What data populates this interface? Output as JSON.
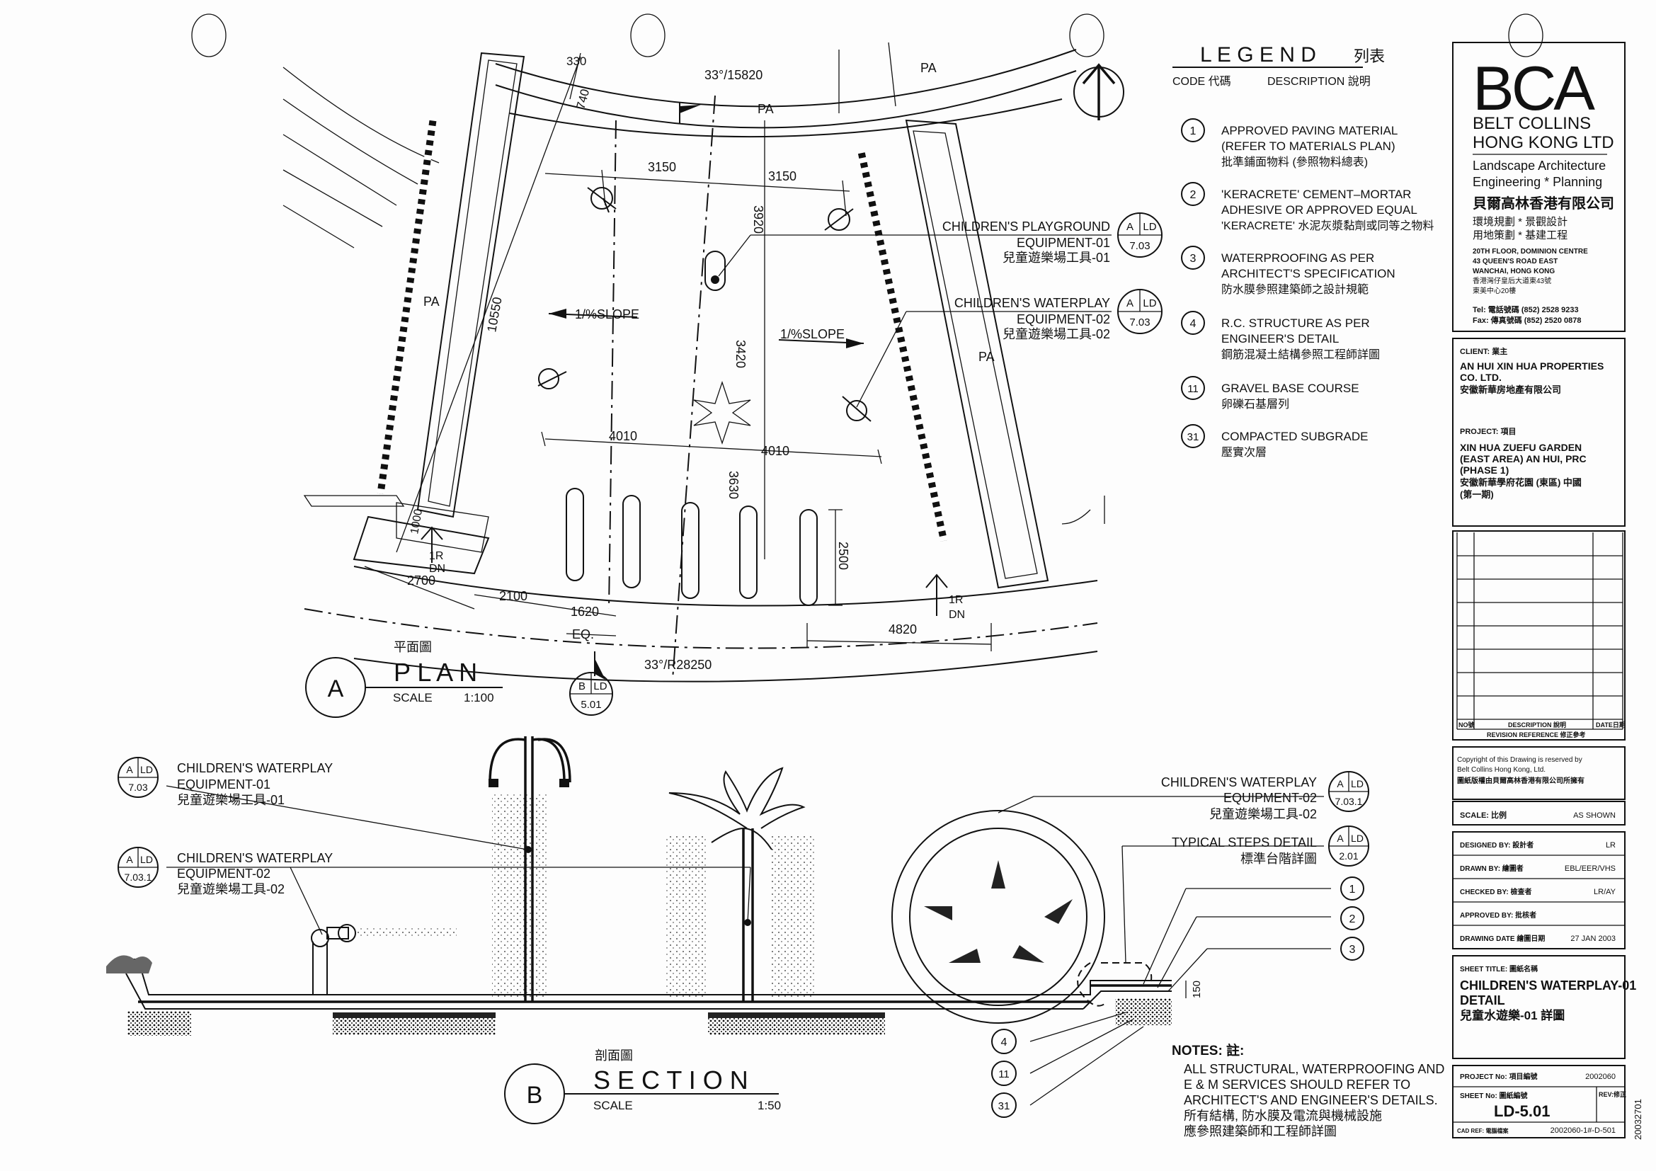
{
  "legend": {
    "title": "L E G E N D",
    "title_cn": "列表",
    "code_header": "CODE 代碼",
    "desc_header": "DESCRIPTION  說明",
    "items": [
      {
        "code": "1",
        "lines": [
          "APPROVED PAVING MATERIAL",
          "(REFER TO MATERIALS PLAN)",
          "批準鋪面物料 (參照物料總表)"
        ]
      },
      {
        "code": "2",
        "lines": [
          "'KERACRETE' CEMENT–MORTAR",
          "ADHESIVE OR APPROVED EQUAL",
          "'KERACRETE' 水泥灰漿黏劑或同等之物料"
        ]
      },
      {
        "code": "3",
        "lines": [
          "WATERPROOFING AS PER",
          "ARCHITECT'S SPECIFICATION",
          "防水膜參照建築師之設計規範"
        ]
      },
      {
        "code": "4",
        "lines": [
          "R.C. STRUCTURE AS PER",
          "ENGINEER'S DETAIL",
          "鋼筋混凝土結構參照工程師詳圖"
        ]
      },
      {
        "code": "11",
        "lines": [
          "GRAVEL BASE COURSE",
          "卵礫石基層列"
        ]
      },
      {
        "code": "31",
        "lines": [
          "COMPACTED SUBGRADE",
          "壓實次層"
        ]
      }
    ]
  },
  "title_block": {
    "logo": "BCA",
    "company": [
      "BELT COLLINS",
      "HONG KONG LTD"
    ],
    "services": [
      "Landscape Architecture",
      "Engineering * Planning"
    ],
    "company_cn": "貝爾高林香港有限公司",
    "services_cn": [
      "環境規劃  *  景觀設計",
      "用地策劃  *  基建工程"
    ],
    "address": [
      "20TH FLOOR, DOMINION CENTRE",
      "43 QUEEN'S ROAD EAST",
      "WANCHAI, HONG KONG",
      "香港灣仔皇后大道東43號",
      "東美中心20樓"
    ],
    "tel": "Tel: 電話號碼   (852) 2528 9233",
    "fax": "Fax: 傳真號碼   (852) 2520 0878",
    "client_label": "CLIENT: 業主",
    "client": [
      "AN HUI XIN HUA PROPERTIES",
      "CO. LTD.",
      "安徽新華房地產有限公司"
    ],
    "project_label": "PROJECT: 項目",
    "project": [
      "XIN HUA ZUEFU GARDEN",
      "(EAST AREA) AN HUI, PRC",
      "(PHASE 1)",
      "安徽新華學府花園 (東區) 中國",
      "(第一期)"
    ],
    "rev_headers": [
      "NO號",
      "DESCRIPTION 說明",
      "DATE日期"
    ],
    "rev_caption": "REVISION REFERENCE 修正參考",
    "copyright": [
      "Copyright of this Drawing is reserved by",
      "Belt Collins Hong Kong, Ltd.",
      "圖紙版權由貝爾高林香港有限公司所擁有"
    ],
    "scale_label": "SCALE: 比例",
    "scale_value": "AS SHOWN",
    "designed_label": "DESIGNED BY: 設計者",
    "designed_value": "LR",
    "drawn_label": "DRAWN BY:  繪圖者",
    "drawn_value": "EBL/EER/VHS",
    "checked_label": "CHECKED BY: 檢查者",
    "checked_value": "LR/AY",
    "approved_label": "APPROVED BY: 批核者",
    "date_label": "DRAWING DATE 繪圖日期",
    "date_value": "27 JAN 2003",
    "sheet_title_label": "SHEET TITLE: 圖紙名稱",
    "sheet_title": [
      "CHILDREN'S WATERPLAY-01",
      "DETAIL",
      "兒童水遊樂-01 詳圖"
    ],
    "project_no_label": "PROJECT No:  項目編號",
    "project_no": "2002060",
    "sheet_no_label": "SHEET No:  圖紙編號",
    "sheet_no": "LD-5.01",
    "rev_label": "REV:修正",
    "cad_ref_label": "CAD REF: 電腦檔案",
    "cad_ref": "2002060-1#-D-501",
    "side_stamp": "20032701"
  },
  "plan": {
    "title_cn": "平面圖",
    "title": "P L A N",
    "label": "A",
    "scale_label": "SCALE",
    "scale": "1:100",
    "dims": [
      "330",
      "33°/15820",
      "740",
      "3150",
      "3150",
      "3920",
      "10550",
      "3420",
      "4010",
      "4010",
      "3630",
      "2500",
      "2700",
      "2100",
      "1620",
      "EQ.",
      "4820",
      "33°/R28250",
      "1000"
    ],
    "areas": [
      "PA",
      "PA",
      "PA",
      "PA"
    ],
    "slopes": [
      "1/%SLOPE",
      "1/%SLOPE"
    ],
    "steps": [
      "1R",
      "DN",
      "1R",
      "DN"
    ],
    "callouts": [
      {
        "lines": [
          "CHILDREN'S PLAYGROUND",
          "EQUIPMENT-01",
          "兒童遊樂場工具-01"
        ],
        "ref_top": "A",
        "ref_right": "LD",
        "ref_bottom": "7.03"
      },
      {
        "lines": [
          "CHILDREN'S WATERPLAY",
          "EQUIPMENT-02",
          "兒童遊樂場工具-02"
        ],
        "ref_top": "A",
        "ref_right": "LD",
        "ref_bottom": "7.03"
      }
    ],
    "section_mark": {
      "top": "B",
      "right": "LD",
      "bottom": "5.01"
    }
  },
  "section": {
    "title_cn": "剖面圖",
    "title": "S E C T I O N",
    "label": "B",
    "scale_label": "SCALE",
    "scale": "1:50",
    "callouts_left": [
      {
        "lines": [
          "CHILDREN'S WATERPLAY",
          "EQUIPMENT-01",
          "兒童遊樂場工具-01"
        ],
        "ref_top": "A",
        "ref_right": "LD",
        "ref_bottom": "7.03"
      },
      {
        "lines": [
          "CHILDREN'S WATERPLAY",
          "EQUIPMENT-02",
          "兒童遊樂場工具-02"
        ],
        "ref_top": "A",
        "ref_right": "LD",
        "ref_bottom": "7.03.1"
      }
    ],
    "callouts_right": [
      {
        "lines": [
          "CHILDREN'S WATERPLAY",
          "EQUIPMENT-02",
          "兒童遊樂場工具-02"
        ],
        "ref_top": "A",
        "ref_right": "LD",
        "ref_bottom": "7.03.1"
      },
      {
        "lines": [
          "TYPICAL STEPS DETAIL",
          "標準台階詳圖"
        ],
        "ref_top": "A",
        "ref_right": "LD",
        "ref_bottom": "2.01"
      }
    ],
    "tags": [
      "1",
      "2",
      "3",
      "4",
      "11",
      "31"
    ],
    "dim": "150"
  },
  "notes": {
    "title": "NOTES: 註:",
    "lines": [
      "ALL STRUCTURAL, WATERPROOFING AND",
      "E & M SERVICES SHOULD REFER TO",
      "ARCHITECT'S AND ENGINEER'S DETAILS.",
      "所有結構, 防水膜及電流與機械設施",
      "應參照建築師和工程師詳圖"
    ]
  },
  "north_arrow": "north-arrow-icon",
  "colors": {
    "ink": "#111111",
    "paper": "#fdfdfd"
  }
}
